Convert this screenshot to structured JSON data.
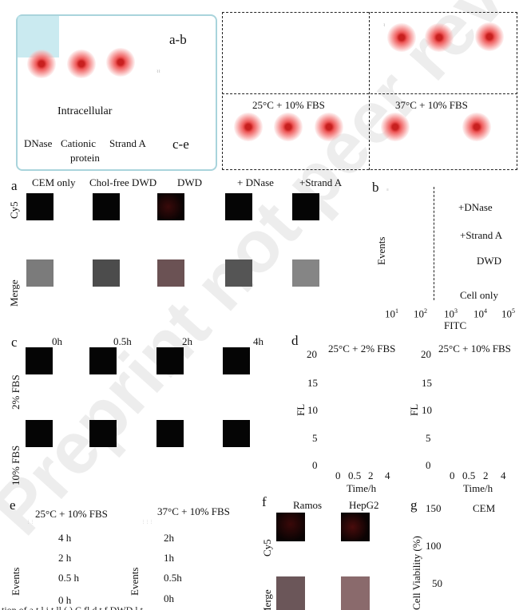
{
  "watermark": "Preprint not peer reviewed",
  "schematic": {
    "label_ab": "a-b",
    "label_ce": "c-e",
    "intracellular": "Intracellular",
    "dnase": "DNase",
    "cationic_l1": "Cationic",
    "cationic_l2": "protein",
    "strand_a": "Strand A",
    "right_lower_left": "25°C + 10%  FBS",
    "right_lower_right": "37°C + 10%  FBS"
  },
  "panel_a": {
    "letter": "a",
    "columns": [
      "CEM only",
      "Chol-free DWD",
      "DWD",
      "+ DNase",
      "+Strand A"
    ],
    "row_labels": [
      "Cy5",
      "Merge"
    ]
  },
  "panel_b": {
    "letter": "b",
    "ylabel": "Events",
    "xlabel": "FITC",
    "xticks": [
      "10",
      "10",
      "10",
      "10",
      "10"
    ],
    "xtick_exps": [
      "1",
      "2",
      "3",
      "4",
      "5"
    ],
    "legend": [
      "+DNase",
      "+Strand A",
      "DWD",
      "Cell only"
    ]
  },
  "panel_c": {
    "letter": "c",
    "columns": [
      "0h",
      "0.5h",
      "2h",
      "4h"
    ],
    "row_labels": [
      "2% FBS",
      "10% FBS"
    ]
  },
  "panel_d": {
    "letter": "d",
    "chart_data": [
      {
        "type": "bar",
        "title": "25°C + 2% FBS",
        "ylabel": "FL",
        "xlabel": "Time/h",
        "categories": [
          "0",
          "0.5",
          "2",
          "4"
        ],
        "yticks": [
          "20",
          "15",
          "10",
          "5",
          "0"
        ],
        "ylim": [
          0,
          20
        ]
      },
      {
        "type": "bar",
        "title": "25°C + 10%  FBS",
        "ylabel": "FL",
        "xlabel": "Time/h",
        "categories": [
          "0",
          "0.5",
          "2",
          "4"
        ],
        "yticks": [
          "20",
          "15",
          "10",
          "5",
          "0"
        ],
        "ylim": [
          0,
          20
        ]
      }
    ]
  },
  "panel_e": {
    "letter": "e",
    "left_title": "25°C + 10% FBS",
    "right_title": "37°C + 10%  FBS",
    "ylabel": "Events",
    "left_rows": [
      "4 h",
      "2 h",
      "0.5 h",
      "0 h"
    ],
    "right_rows": [
      "2h",
      "1h",
      "0.5h",
      "0h"
    ]
  },
  "panel_f": {
    "letter": "f",
    "columns": [
      "Ramos",
      "HepG2"
    ],
    "row_labels": [
      "Cy5",
      "Merge"
    ]
  },
  "panel_g": {
    "letter": "g",
    "title": "CEM",
    "ylabel": "Cell Viability (%)",
    "yticks": [
      "150",
      "100",
      "50"
    ]
  },
  "caption_fragment": "tion of   a    t   l i   t    ll  (  ) C   fl      d    t    f DWD   l   t"
}
